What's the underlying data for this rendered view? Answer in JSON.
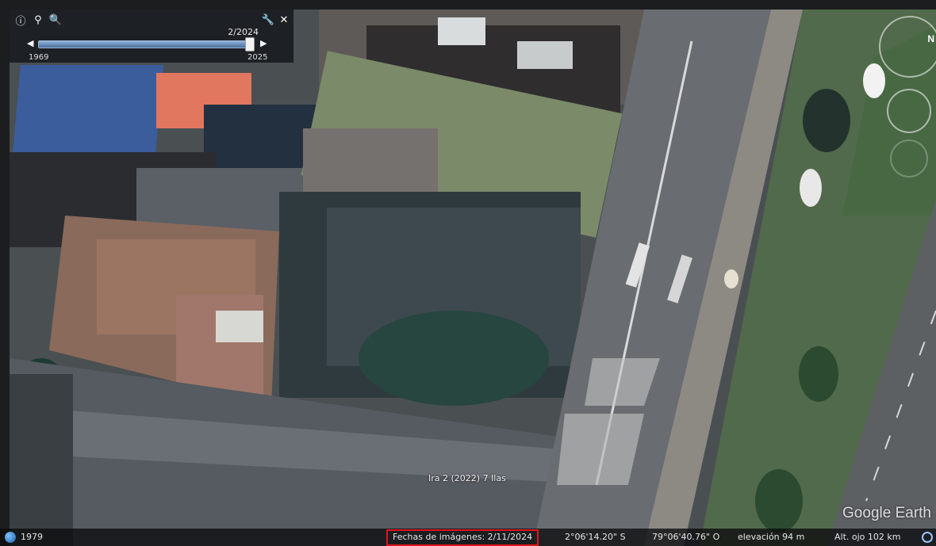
{
  "toolbar": {
    "icons": [
      "info-icon",
      "zoom-out-icon",
      "zoom-in-icon",
      "wrench-icon",
      "close-icon"
    ]
  },
  "timeline": {
    "current": "2/2024",
    "start_year": "1969",
    "end_year": "2025",
    "position": 0.985
  },
  "map": {
    "road_label": "Ira 2 (2022) 7 Ilas",
    "brand": "Google Earth",
    "compass": "N"
  },
  "status": {
    "tour_year": "1979",
    "imagery_date": "Fechas de imágenes: 2/11/2024",
    "lat": "2°06'14.20\" S",
    "lon": "79°06'40.76\" O",
    "elevation": "elevación   94 m",
    "eye_alt": "Alt. ojo   102 km"
  },
  "colors": {
    "status_highlight": "#e0141a",
    "panel_bg": "#14161a"
  }
}
